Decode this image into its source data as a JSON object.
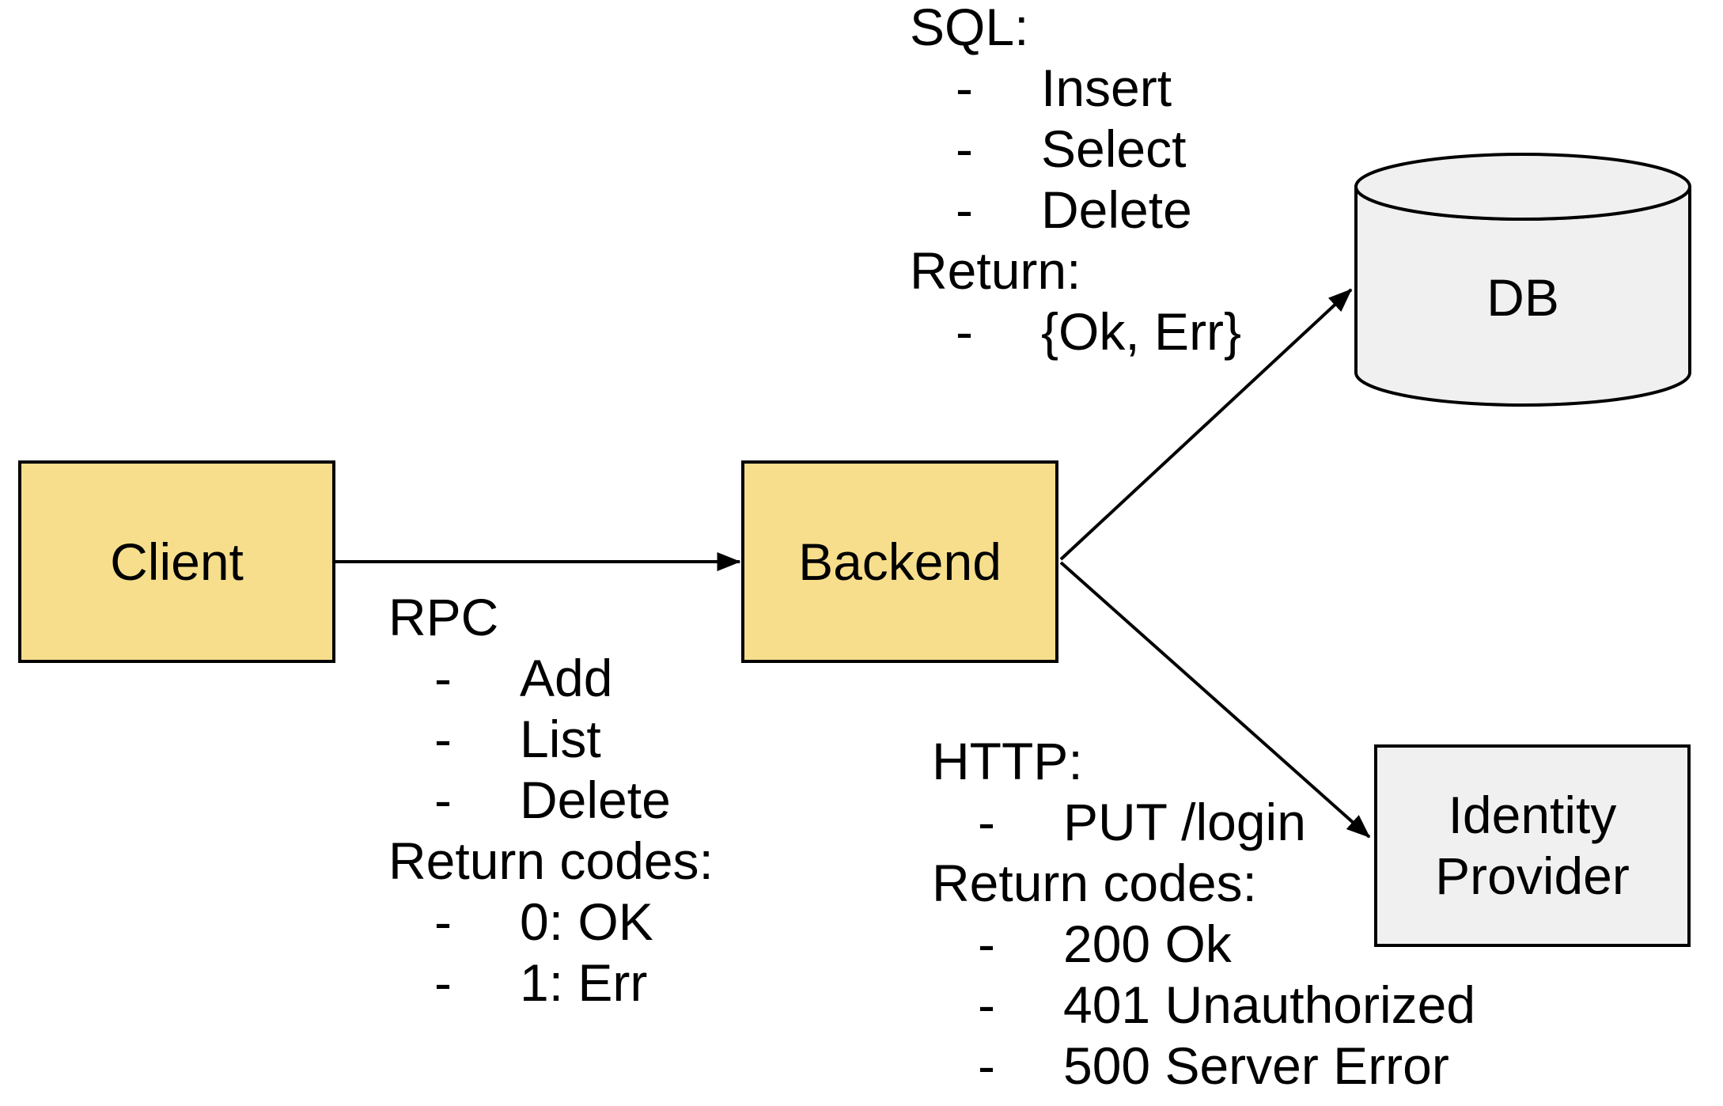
{
  "diagram": {
    "nodes": {
      "client": {
        "label": "Client"
      },
      "backend": {
        "label": "Backend"
      },
      "db": {
        "label": "DB"
      },
      "identity_provider": {
        "label": "Identity Provider"
      }
    },
    "annotations": {
      "sql_block": {
        "lines": [
          {
            "text": "SQL:",
            "bullet": false
          },
          {
            "text": "Insert",
            "bullet": true
          },
          {
            "text": "Select",
            "bullet": true
          },
          {
            "text": "Delete",
            "bullet": true
          },
          {
            "text": "Return:",
            "bullet": false
          },
          {
            "text": "{Ok, Err}",
            "bullet": true
          }
        ]
      },
      "rpc_block": {
        "lines": [
          {
            "text": "RPC",
            "bullet": false
          },
          {
            "text": "Add",
            "bullet": true
          },
          {
            "text": "List",
            "bullet": true
          },
          {
            "text": "Delete",
            "bullet": true
          },
          {
            "text": "Return codes:",
            "bullet": false
          },
          {
            "text": "0: OK",
            "bullet": true
          },
          {
            "text": "1: Err",
            "bullet": true
          }
        ]
      },
      "http_block": {
        "lines": [
          {
            "text": "HTTP:",
            "bullet": false
          },
          {
            "text": "PUT /login",
            "bullet": true
          },
          {
            "text": "Return codes:",
            "bullet": false
          },
          {
            "text": "200 Ok",
            "bullet": true
          },
          {
            "text": "401 Unauthorized",
            "bullet": true
          },
          {
            "text": "500 Server Error",
            "bullet": true
          }
        ]
      }
    },
    "edges": {
      "client_to_backend": {
        "from": "Client",
        "to": "Backend"
      },
      "backend_to_db": {
        "from": "Backend",
        "to": "DB"
      },
      "backend_to_identity_provider": {
        "from": "Backend",
        "to": "Identity Provider"
      }
    }
  },
  "glyphs": {
    "bullet": "-"
  },
  "colors": {
    "node_yellow": "#F6DE8C",
    "node_gray": "#F0F0F0",
    "stroke": "#000000",
    "background": "#FFFFFF"
  }
}
